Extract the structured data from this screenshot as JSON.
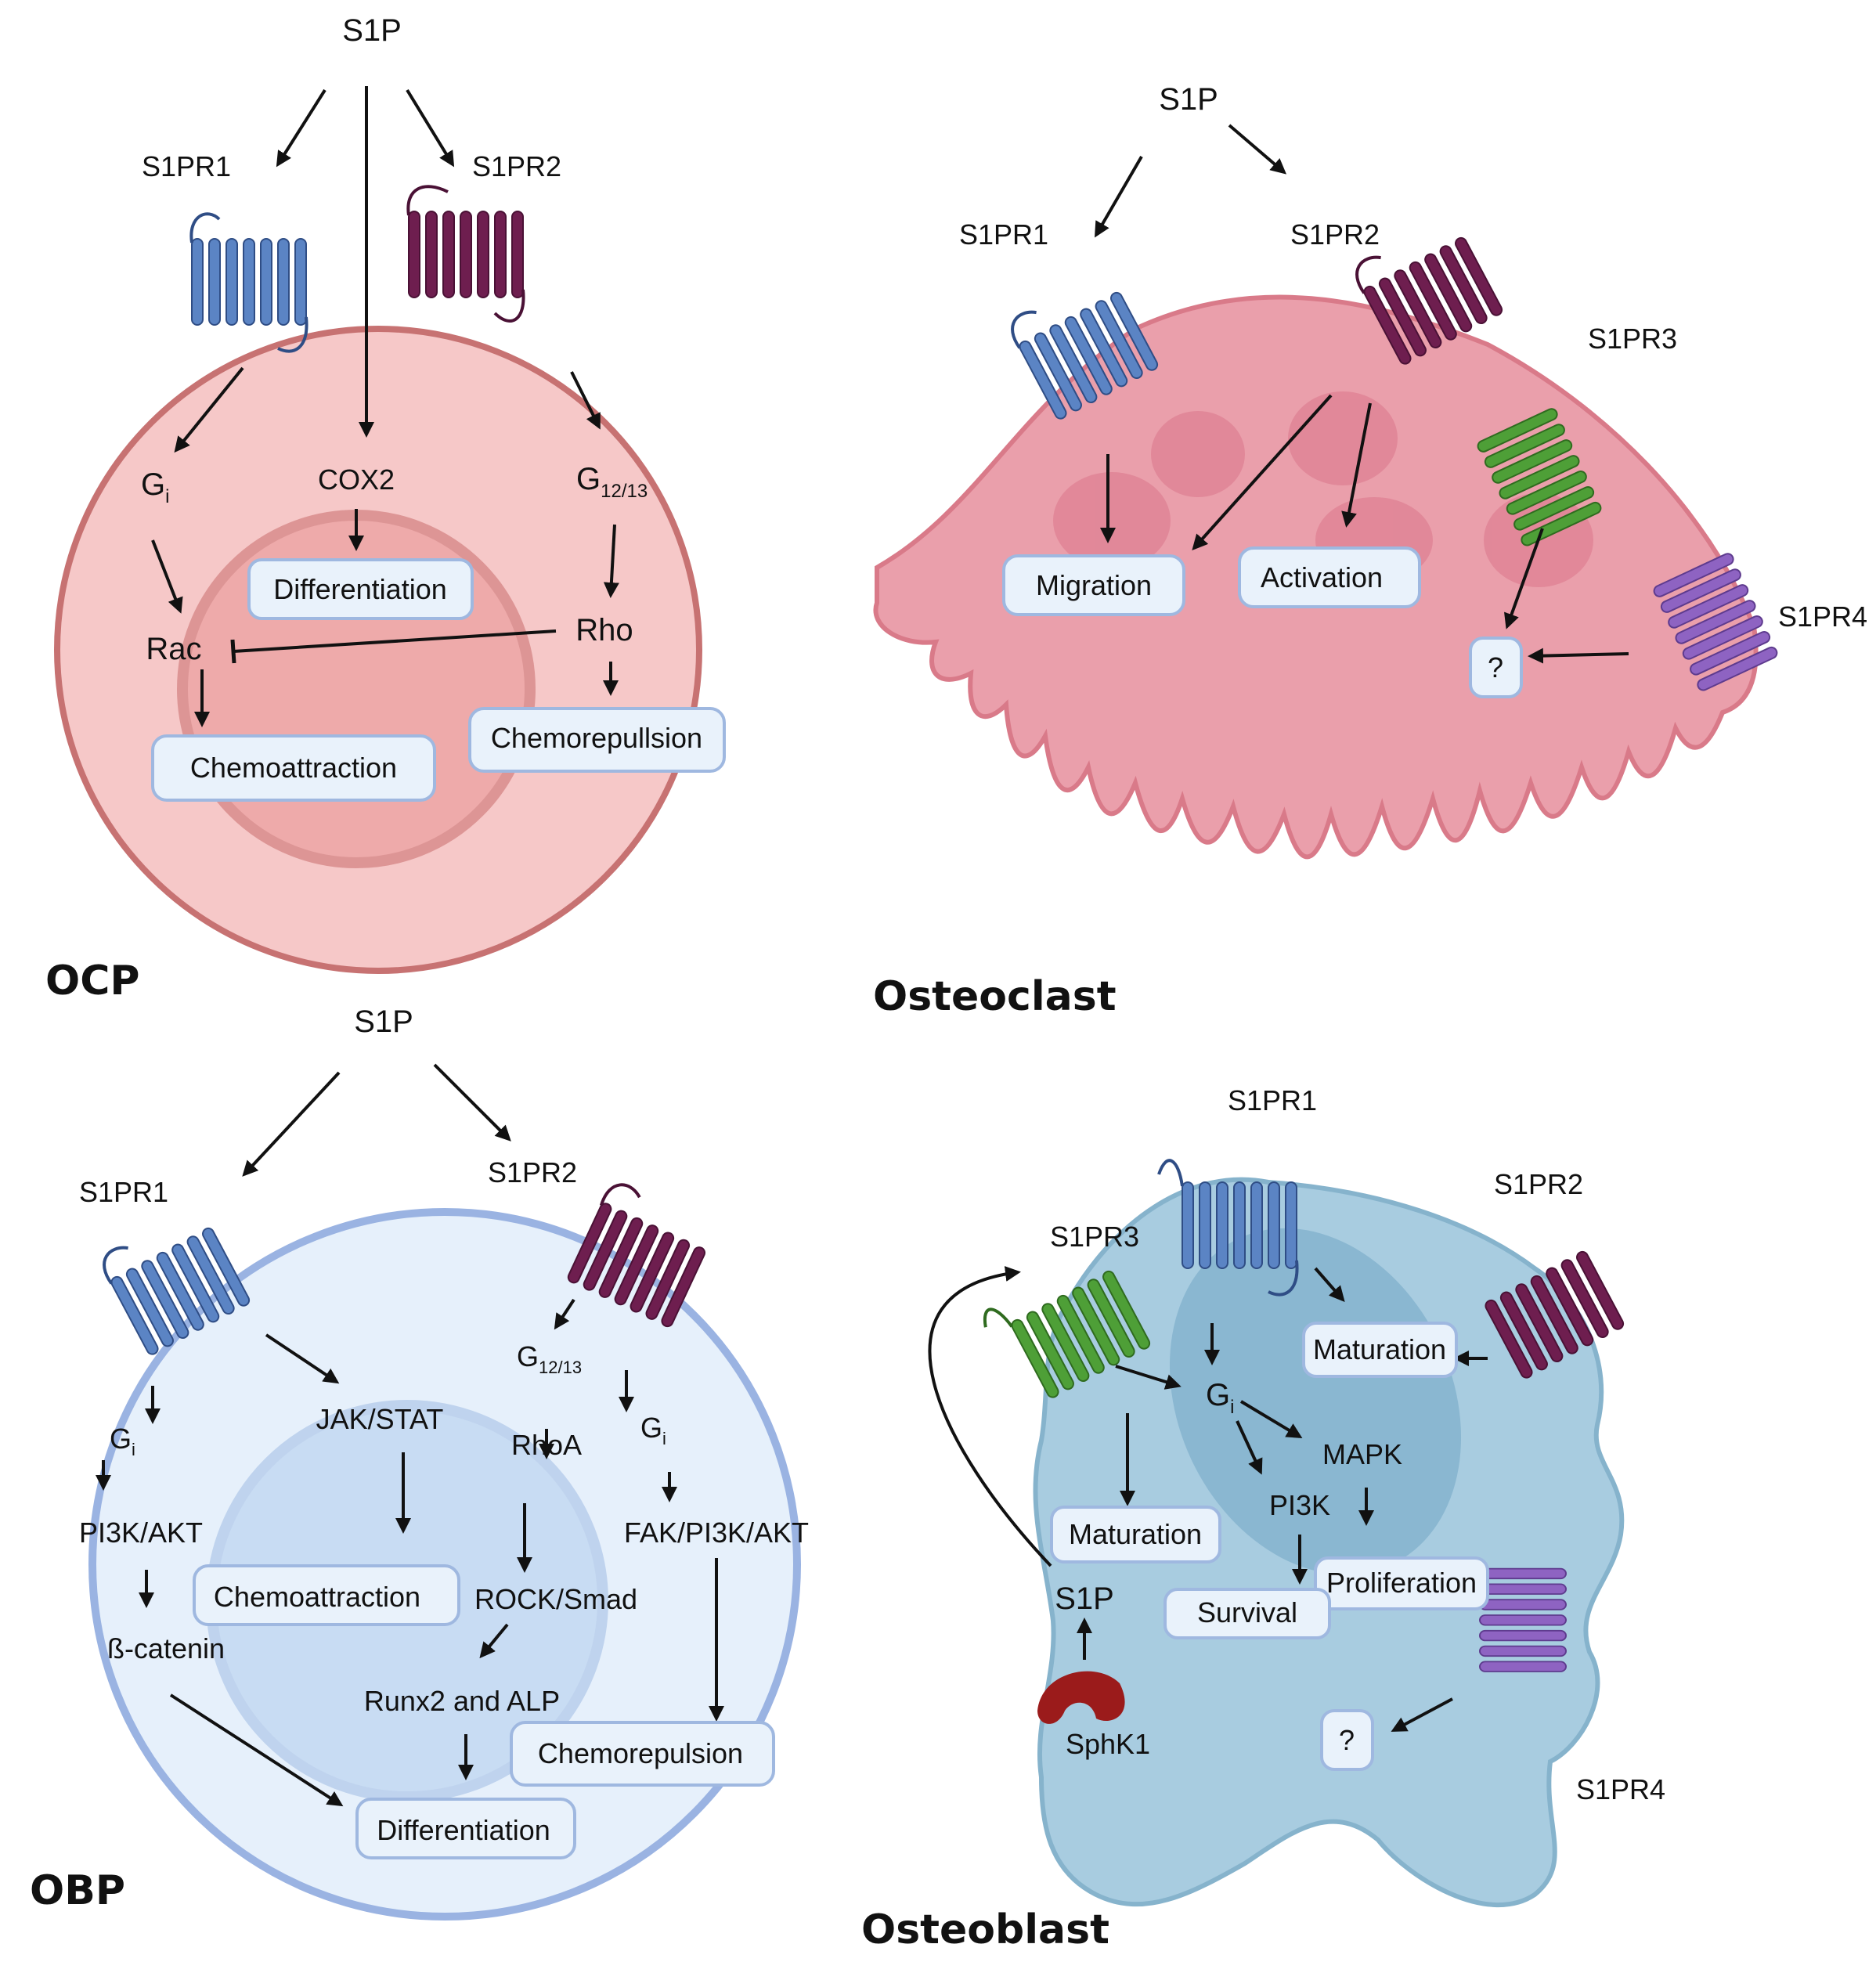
{
  "colors": {
    "s1pr1": "#5b84c4",
    "s1pr2": "#6e1e4f",
    "s1pr3": "#4e9f37",
    "s1pr4": "#8e63c2",
    "ocp_cell": "#f6c8c8",
    "osteoclast_cell": "#ea9fab",
    "obp_cell": "#e6f0fb",
    "osteoblast_cell": "#a8cce0",
    "sphk1": "#9b1b1b"
  },
  "ocp": {
    "title": "OCP",
    "ligand": "S1P",
    "receptor1": "S1PR1",
    "receptor2": "S1PR2",
    "gi_main": "G",
    "gi_sub": "i",
    "cox2": "COX2",
    "g1213_main": "G",
    "g1213_sub": "12/13",
    "rac": "Rac",
    "rho": "Rho",
    "differentiation": "Differentiation",
    "chemoattraction": "Chemoattraction",
    "chemorepulsion": "Chemorepullsion"
  },
  "osteoclast": {
    "title": "Osteoclast",
    "ligand": "S1P",
    "receptor1": "S1PR1",
    "receptor2": "S1PR2",
    "receptor3": "S1PR3",
    "receptor4": "S1PR4",
    "migration": "Migration",
    "activation": "Activation",
    "unknown": "?"
  },
  "obp": {
    "title": "OBP",
    "ligand": "S1P",
    "receptor1": "S1PR1",
    "receptor2": "S1PR2",
    "gi_main": "G",
    "gi_sub": "i",
    "jakstat": "JAK/STAT",
    "g1213_main": "G",
    "g1213_sub": "12/13",
    "gi2_main": "G",
    "gi2_sub": "i",
    "pi3kakt": "PI3K/AKT",
    "rhoa": "RhoA",
    "fak": "FAK/PI3K/AKT",
    "catenin": "ß-catenin",
    "chemoattraction": "Chemoattraction",
    "rocksmad": "ROCK/Smad",
    "runx2": "Runx2 and ALP",
    "chemorepulsion": "Chemorepulsion",
    "differentiation": "Differentiation"
  },
  "osteoblast": {
    "title": "Osteoblast",
    "receptor1": "S1PR1",
    "receptor2": "S1PR2",
    "receptor3": "S1PR3",
    "receptor4": "S1PR4",
    "maturation_top": "Maturation",
    "gi_main": "G",
    "gi_sub": "i",
    "mapk": "MAPK",
    "maturation_left": "Maturation",
    "pi3k": "PI3K",
    "proliferation": "Proliferation",
    "s1p": "S1P",
    "survival": "Survival",
    "sphk1": "SphK1",
    "unknown": "?"
  }
}
